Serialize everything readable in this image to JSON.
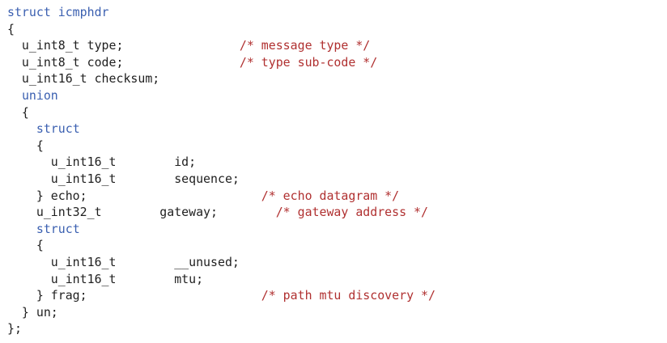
{
  "lines": [
    [
      {
        "t": "struct icmphdr",
        "c": "kw"
      }
    ],
    [
      {
        "t": "{",
        "c": ""
      }
    ],
    [
      {
        "t": "  u_int8_t type;                ",
        "c": ""
      },
      {
        "t": "/* message type */",
        "c": "cm"
      }
    ],
    [
      {
        "t": "  u_int8_t code;                ",
        "c": ""
      },
      {
        "t": "/* type sub-code */",
        "c": "cm"
      }
    ],
    [
      {
        "t": "  u_int16_t checksum;",
        "c": ""
      }
    ],
    [
      {
        "t": "  ",
        "c": ""
      },
      {
        "t": "union",
        "c": "kw"
      }
    ],
    [
      {
        "t": "  {",
        "c": ""
      }
    ],
    [
      {
        "t": "    ",
        "c": ""
      },
      {
        "t": "struct",
        "c": "kw"
      }
    ],
    [
      {
        "t": "    {",
        "c": ""
      }
    ],
    [
      {
        "t": "      u_int16_t        id;",
        "c": ""
      }
    ],
    [
      {
        "t": "      u_int16_t        sequence;",
        "c": ""
      }
    ],
    [
      {
        "t": "    } echo;                        ",
        "c": ""
      },
      {
        "t": "/* echo datagram */",
        "c": "cm"
      }
    ],
    [
      {
        "t": "    u_int32_t        gateway;        ",
        "c": ""
      },
      {
        "t": "/* gateway address */",
        "c": "cm"
      }
    ],
    [
      {
        "t": "    ",
        "c": ""
      },
      {
        "t": "struct",
        "c": "kw"
      }
    ],
    [
      {
        "t": "    {",
        "c": ""
      }
    ],
    [
      {
        "t": "      u_int16_t        __unused;",
        "c": ""
      }
    ],
    [
      {
        "t": "      u_int16_t        mtu;",
        "c": ""
      }
    ],
    [
      {
        "t": "    } frag;                        ",
        "c": ""
      },
      {
        "t": "/* path mtu discovery */",
        "c": "cm"
      }
    ],
    [
      {
        "t": "  } un;",
        "c": ""
      }
    ],
    [
      {
        "t": "};",
        "c": ""
      }
    ]
  ],
  "colors": {
    "keyword": "#3a5fb0",
    "comment": "#b03030",
    "text": "#1f1f1f",
    "background": "#ffffff"
  }
}
